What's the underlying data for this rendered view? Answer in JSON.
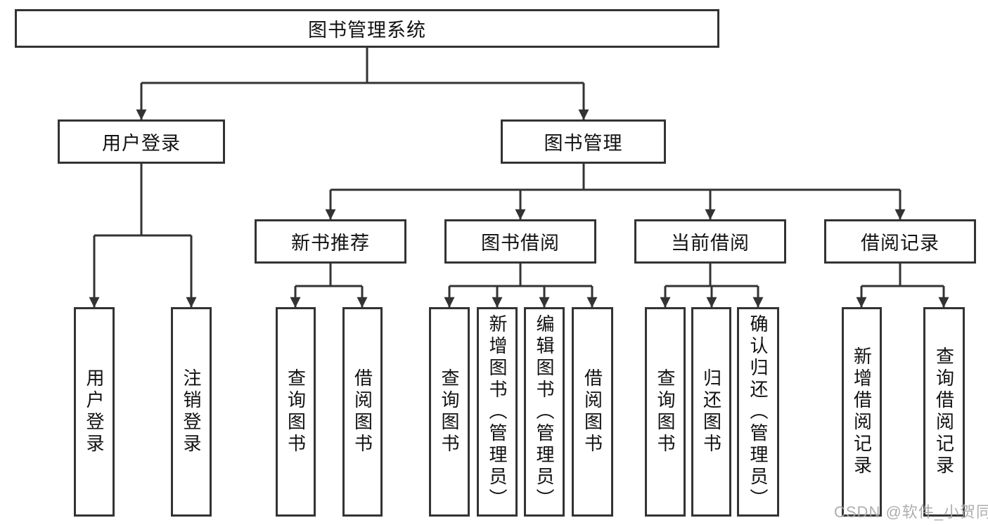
{
  "tree": {
    "label": "图书管理系统",
    "children": [
      {
        "label": "用户登录",
        "children": [
          {
            "label": "用户登录"
          },
          {
            "label": "注销登录"
          }
        ]
      },
      {
        "label": "图书管理",
        "children": [
          {
            "label": "新书推荐",
            "children": [
              {
                "label": "查询图书"
              },
              {
                "label": "借阅图书"
              }
            ]
          },
          {
            "label": "图书借阅",
            "children": [
              {
                "label": "查询图书"
              },
              {
                "label": "新增图书（管理员）"
              },
              {
                "label": "编辑图书（管理员）"
              },
              {
                "label": "借阅图书"
              }
            ]
          },
          {
            "label": "当前借阅",
            "children": [
              {
                "label": "查询图书"
              },
              {
                "label": "归还图书"
              },
              {
                "label": "确认归还（管理员）"
              }
            ]
          },
          {
            "label": "借阅记录",
            "children": [
              {
                "label": "新增借阅记录"
              },
              {
                "label": "查询借阅记录"
              }
            ]
          }
        ]
      }
    ]
  },
  "watermark": {
    "text": "CSDN @软件_小贺同学"
  },
  "colors": {
    "line": "#333333",
    "text": "#111111",
    "watermark": "#a6a6a6",
    "background": "#ffffff"
  }
}
